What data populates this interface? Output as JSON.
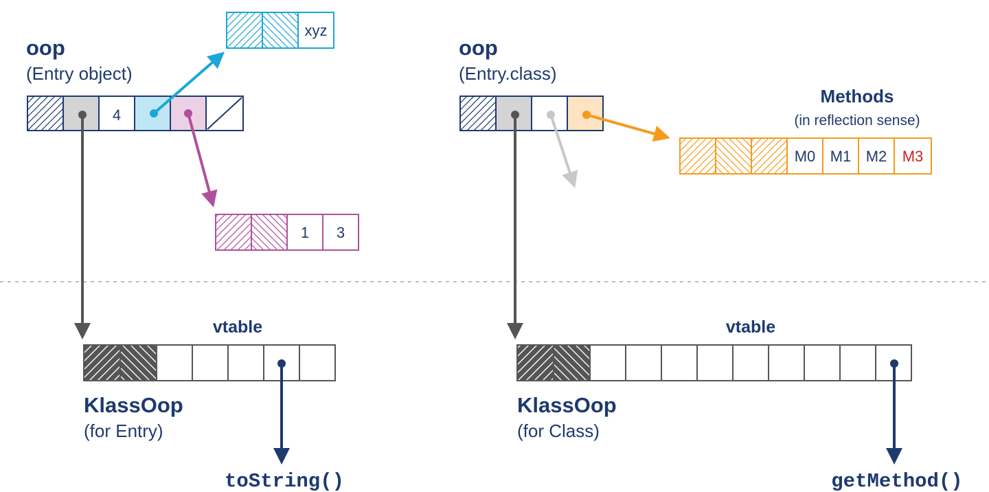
{
  "left": {
    "oop": {
      "title": "oop",
      "subtitle": "(Entry object)",
      "cell_value": "4"
    },
    "string_obj": {
      "value": "xyz"
    },
    "int_obj": {
      "values": [
        "1",
        "3"
      ]
    },
    "vtable": {
      "label": "vtable"
    },
    "klass": {
      "title": "KlassOop",
      "subtitle": "(for Entry)"
    },
    "method": "toString()"
  },
  "right": {
    "oop": {
      "title": "oop",
      "subtitle": "(Entry.class)"
    },
    "methods": {
      "title": "Methods",
      "subtitle": "(in reflection sense)",
      "cells": [
        "M0",
        "M1",
        "M2",
        "M3"
      ],
      "highlight_color": "#cc2222"
    },
    "vtable": {
      "label": "vtable"
    },
    "klass": {
      "title": "KlassOop",
      "subtitle": "(for Class)"
    },
    "method": "getMethod()"
  },
  "colors": {
    "navy": "#1e3a6e",
    "gray": "#555555",
    "light_gray": "#c8c8c8",
    "cyan": "#1aa7d8",
    "magenta": "#b0509a",
    "orange": "#f59a1b"
  }
}
